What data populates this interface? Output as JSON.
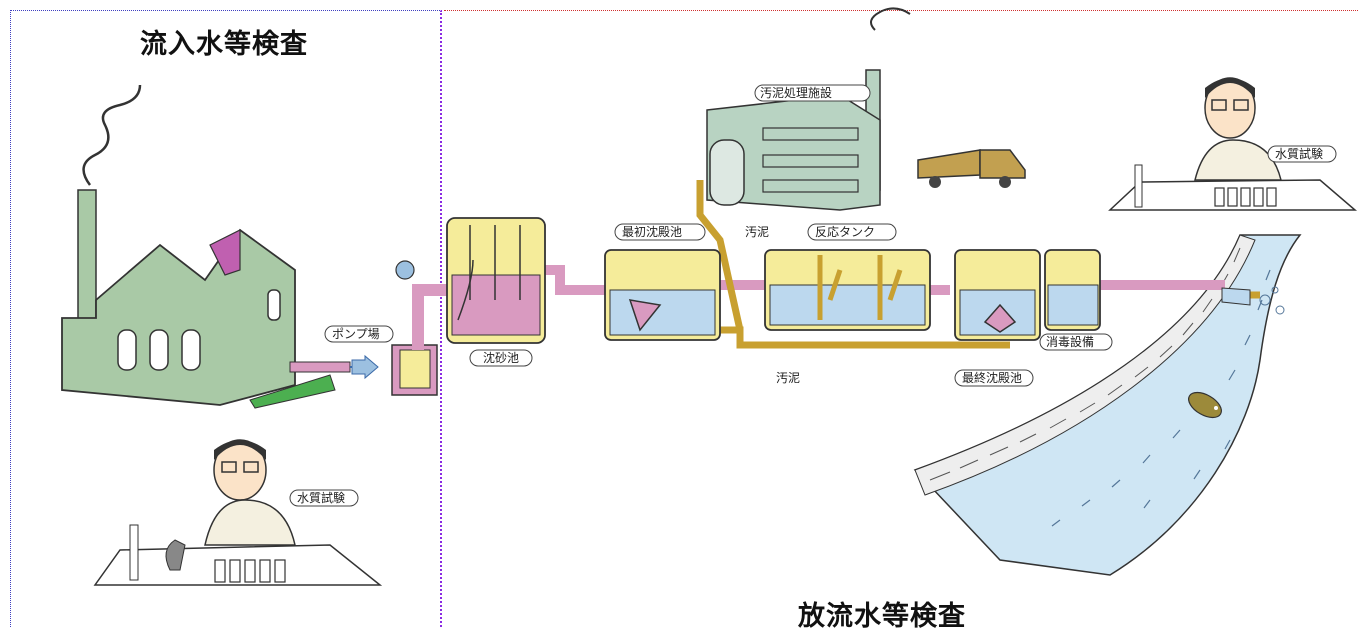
{
  "sections": {
    "influent_title": "流入水等検査",
    "effluent_title": "放流水等検査"
  },
  "labels": {
    "pump_station": "ポンプ場",
    "grit_chamber": "沈砂池",
    "primary_sedimentation": "最初沈殿池",
    "sludge_top": "汚泥",
    "reaction_tank": "反応タンク",
    "sludge_treatment_facility": "汚泥処理施設",
    "sludge_bottom": "汚泥",
    "final_sedimentation": "最終沈殿池",
    "disinfection": "消毒設備",
    "water_test_left": "水質試験",
    "water_test_right": "水質試験"
  },
  "colors": {
    "pipe_pink": "#d99ac0",
    "pipe_gold": "#c8a030",
    "tank_yellow": "#f5ec9a",
    "water_blue": "#bcd8ee",
    "factory_green": "#a9c9a6",
    "river_blue": "#cfe6f4"
  }
}
